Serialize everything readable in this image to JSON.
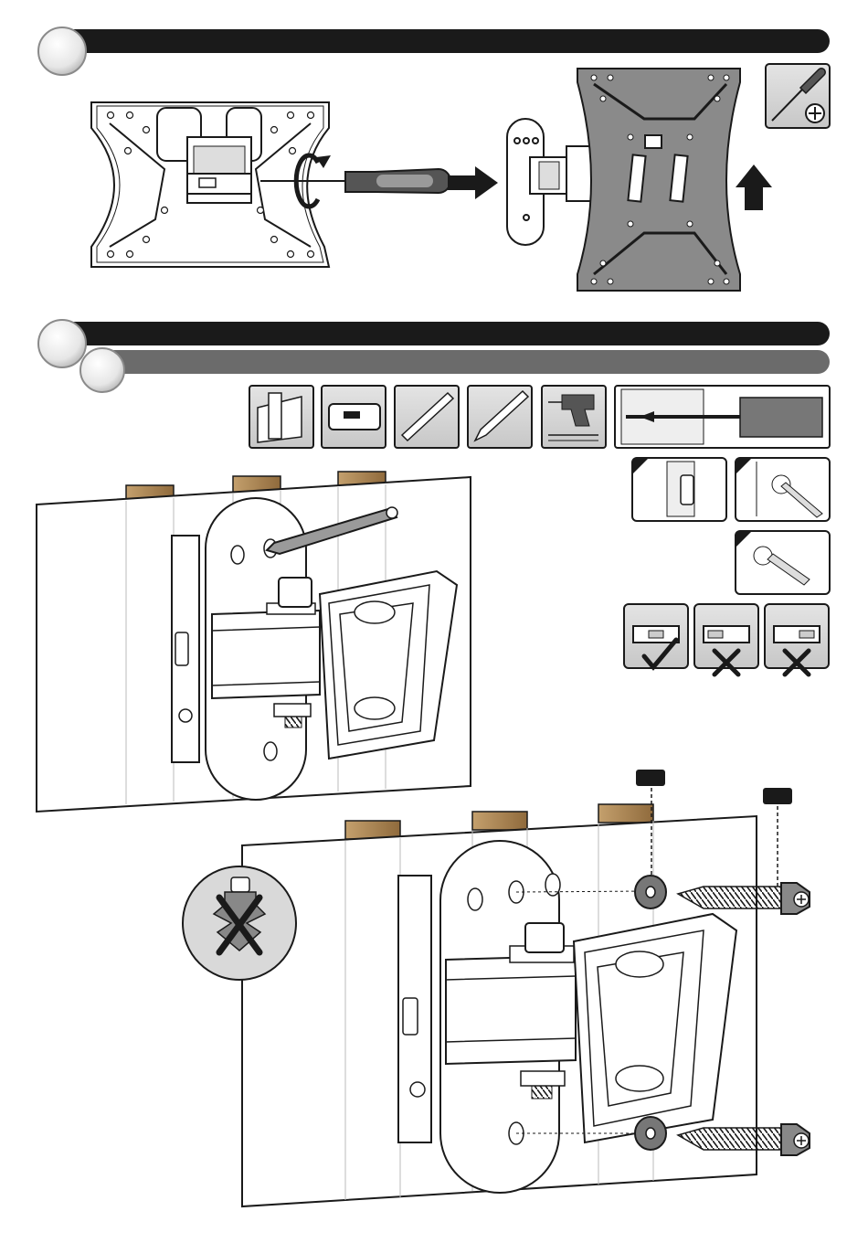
{
  "colors": {
    "bar_dark": "#1a1a1a",
    "bar_grey": "#6b6b6b",
    "plate_grey": "#8a8a8a",
    "panel_grey": "#d6d6d6",
    "wood": "#b08a5c",
    "line": "#1a1a1a"
  },
  "step1": {
    "header_icon": "step-circle-blank",
    "tool_icon": "phillips-screwdriver-icon",
    "actions": [
      "unscrew-icon",
      "arrow-right-icon",
      "arrow-up-icon"
    ]
  },
  "step2": {
    "header_icon": "step-circle-blank",
    "subheader_icon": "step-circle-blank",
    "tools": [
      "wood-stud-icon",
      "stud-finder-icon",
      "spirit-level-icon",
      "pencil-icon",
      "drill-icon",
      "drill-bit-icon"
    ],
    "sub_steps": [
      "locate-stud-icon",
      "mark-hole-icon",
      "drill-pilot-icon"
    ],
    "level_checks": [
      "level-correct-icon",
      "level-wrong-icon",
      "level-wrong-icon"
    ],
    "warning": "no-wall-plug-icon"
  },
  "hardware_labels": [
    "",
    ""
  ]
}
